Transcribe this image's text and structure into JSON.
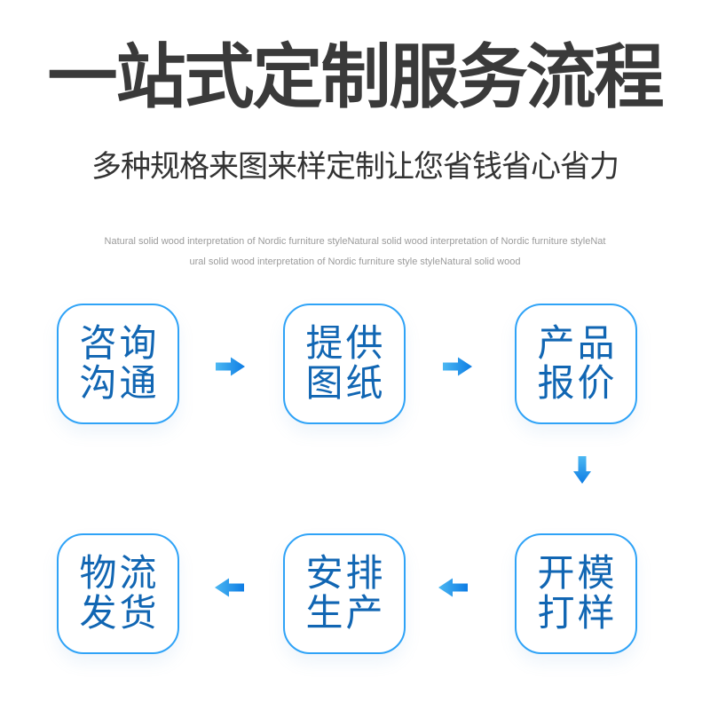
{
  "page": {
    "title": "一站式定制服务流程",
    "subtitle": "多种规格来图来样定制让您省钱省心省力",
    "description_line1": "Natural solid wood interpretation of Nordic furniture styleNatural solid wood interpretation of Nordic furniture styleNat",
    "description_line2": "ural solid wood interpretation of Nordic furniture style styleNatural solid wood"
  },
  "colors": {
    "title_text": "#3a3a3a",
    "subtitle_text": "#333333",
    "description_text": "#9b9b9b",
    "box_border": "#2fa3f7",
    "box_text": "#1166b3",
    "arrow_gradient_light": "#4cb8f2",
    "arrow_gradient_dark": "#0d7ce4"
  },
  "flow": {
    "steps": [
      {
        "id": "consult-communicate",
        "line1": "咨询",
        "line2": "沟通"
      },
      {
        "id": "provide-drawings",
        "line1": "提供",
        "line2": "图纸"
      },
      {
        "id": "product-quotation",
        "line1": "产品",
        "line2": "报价"
      },
      {
        "id": "mold-sampling",
        "line1": "开模",
        "line2": "打样"
      },
      {
        "id": "arrange-production",
        "line1": "安排",
        "line2": "生产"
      },
      {
        "id": "logistics-shipping",
        "line1": "物流",
        "line2": "发货"
      }
    ]
  }
}
